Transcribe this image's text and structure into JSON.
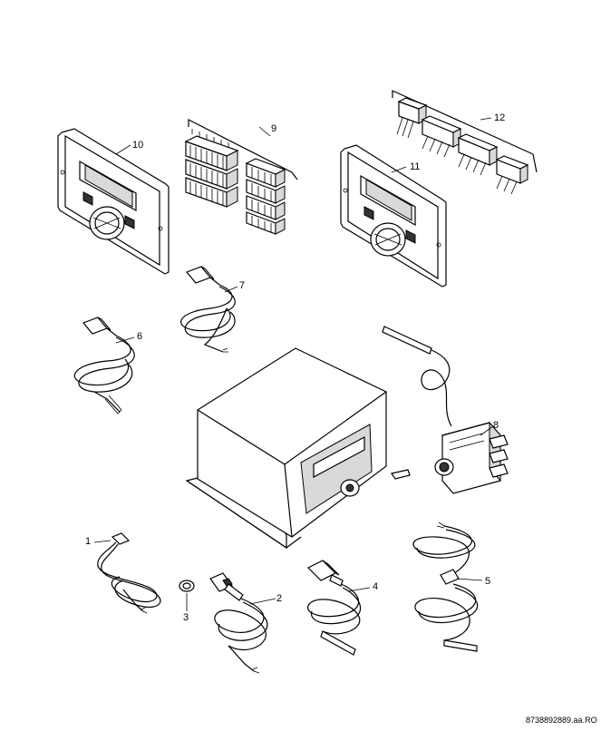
{
  "diagram": {
    "parts": [
      {
        "number": "1",
        "kind": "cable-sensor-with-plug"
      },
      {
        "number": "2",
        "kind": "threaded-sensor-with-cable"
      },
      {
        "number": "3",
        "kind": "sealing-ring"
      },
      {
        "number": "4",
        "kind": "connector-sensor-with-cable"
      },
      {
        "number": "5",
        "kind": "dual-cable-sensor"
      },
      {
        "number": "6",
        "kind": "plug-sensor-with-probe"
      },
      {
        "number": "7",
        "kind": "plug-cable"
      },
      {
        "number": "8",
        "kind": "capillary-thermostat"
      },
      {
        "number": "9",
        "kind": "terminal-connector-set"
      },
      {
        "number": "10",
        "kind": "control-panel"
      },
      {
        "number": "11",
        "kind": "control-panel"
      },
      {
        "number": "12",
        "kind": "terminal-connector-set"
      }
    ],
    "reference_code": "8738892889.aa.RO"
  }
}
